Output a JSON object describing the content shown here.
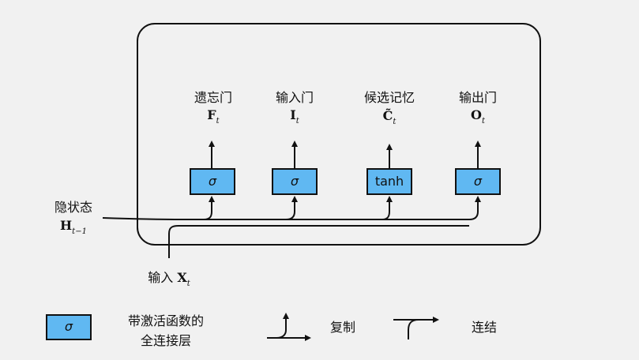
{
  "hidden_state": {
    "label": "隐状态",
    "symbol": "H",
    "subscript": "t−1"
  },
  "input": {
    "label": "输入",
    "symbol": "X",
    "subscript": "t"
  },
  "gates": [
    {
      "name": "forget",
      "title": "遗忘门",
      "symbol": "F",
      "subscript": "t",
      "activation": "σ"
    },
    {
      "name": "input",
      "title": "输入门",
      "symbol": "I",
      "subscript": "t",
      "activation": "σ"
    },
    {
      "name": "candidate",
      "title": "候选记忆",
      "symbol": "C̃",
      "subscript": "t",
      "activation": "tanh"
    },
    {
      "name": "output",
      "title": "输出门",
      "symbol": "O",
      "subscript": "t",
      "activation": "σ"
    }
  ],
  "legend": {
    "activation_symbol": "σ",
    "activation_line1": "带激活函数的",
    "activation_line2": "全连接层",
    "copy_label": "复制",
    "concat_label": "连结"
  },
  "colors": {
    "gate_fill": "#60b8f2",
    "stroke": "#111111",
    "background": "#f1f1f1"
  }
}
